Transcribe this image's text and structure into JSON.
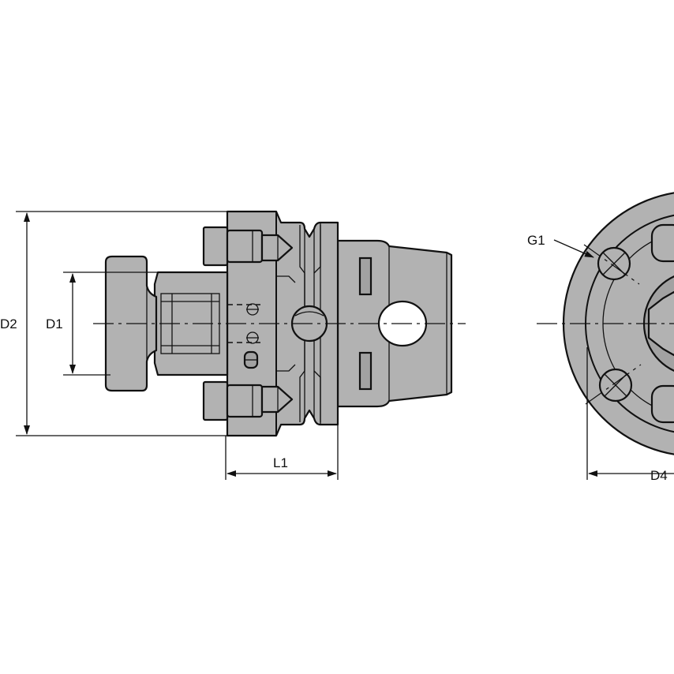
{
  "labels": {
    "d1": "D1",
    "d2": "D2",
    "l1": "L1",
    "d4": "D4",
    "g1": "G1"
  },
  "colors": {
    "part_fill": "#b2b2b2",
    "line": "#111111",
    "background": "#ffffff"
  }
}
